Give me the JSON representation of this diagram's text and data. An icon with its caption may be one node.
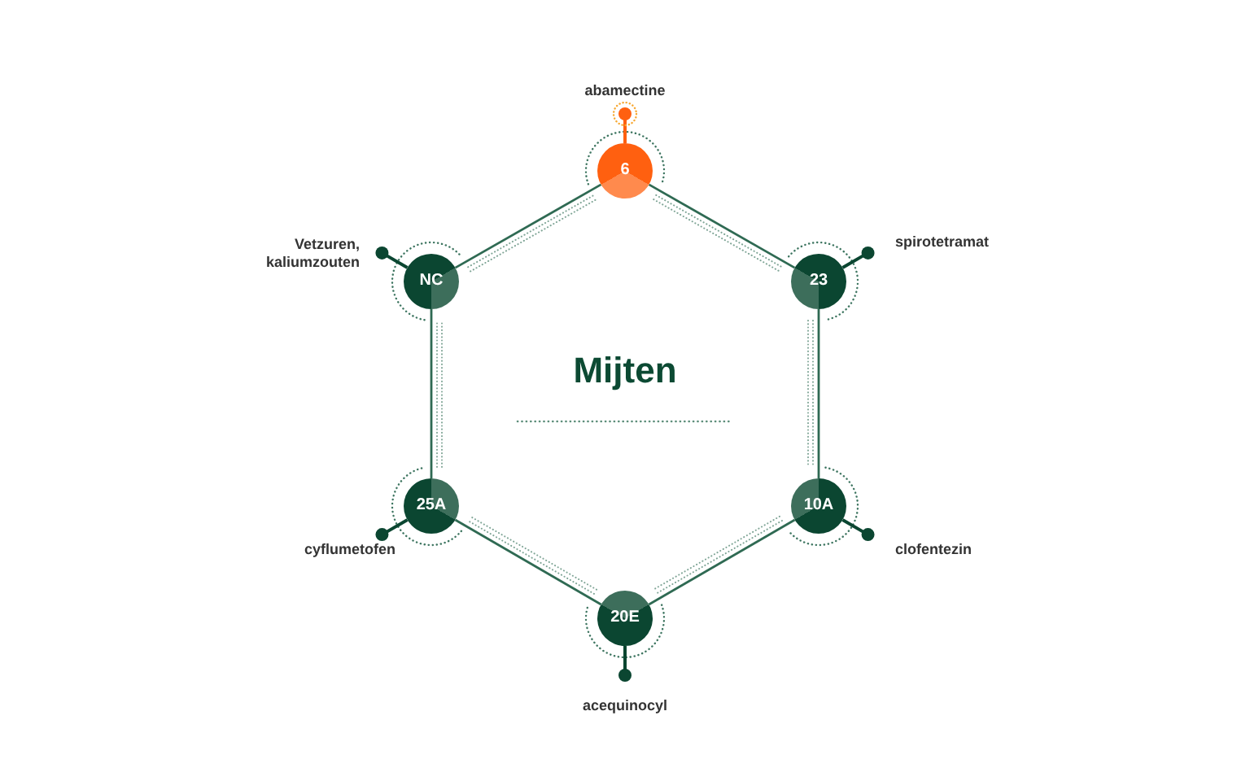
{
  "diagram": {
    "title": "Mijten",
    "nodes": [
      {
        "text": [
          "6"
        ],
        "beside": [
          "abamectine"
        ]
      },
      {
        "text": [
          "NC"
        ],
        "beside": [
          "Vetzuren, kaliumzouten"
        ]
      },
      {
        "text": [
          "23"
        ],
        "beside": [
          "spirotetramat"
        ]
      },
      {
        "text": [
          "25A"
        ],
        "beside": [
          "cyflumetofen"
        ]
      },
      {
        "text": [
          "10A"
        ],
        "beside": [
          "clofentezin"
        ]
      },
      {
        "text": [
          "20E"
        ],
        "beside": [
          "acequinocyl"
        ]
      }
    ],
    "edges": [
      {
        "from": 0,
        "to": 2,
        "arrow": "none"
      },
      {
        "from": 2,
        "to": 4,
        "arrow": "none"
      },
      {
        "from": 4,
        "to": 5,
        "arrow": "none"
      },
      {
        "from": 5,
        "to": 3,
        "arrow": "none"
      },
      {
        "from": 3,
        "to": 1,
        "arrow": "none"
      },
      {
        "from": 1,
        "to": 0,
        "arrow": "none"
      }
    ]
  }
}
